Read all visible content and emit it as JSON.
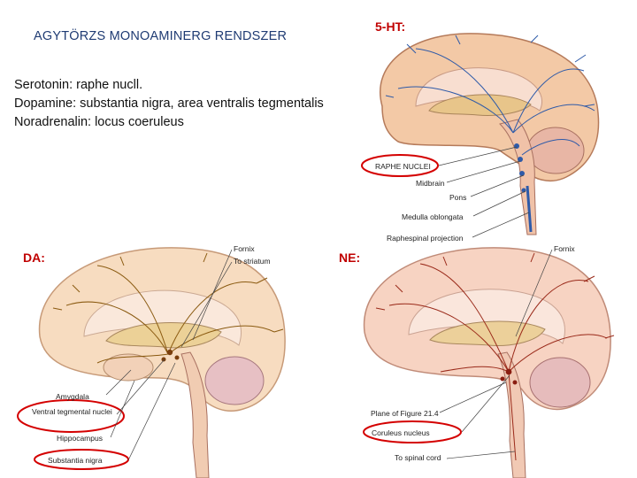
{
  "slide": {
    "title": "AGYTÖRZS MONOAMINERG RENDSZER",
    "lines": [
      "Serotonin: raphe nucll.",
      "Dopamine: substantia nigra, area ventralis tegmentalis",
      "Noradrenalin: locus coeruleus"
    ]
  },
  "panels": {
    "serotonin": {
      "tag": "5-HT:",
      "labels": [
        "RAPHE NUCLEI",
        "Midbrain",
        "Pons",
        "Medulla oblongata",
        "Raphespinal projection"
      ],
      "fiber_color": "#2e5aa8"
    },
    "dopamine": {
      "tag": "DA:",
      "labels": [
        "Fornix",
        "To striatum",
        "Amygdala",
        "Ventral tegmental nuclei",
        "Hippocampus",
        "Substantia nigra"
      ],
      "fiber_color": "#8a5a10"
    },
    "norepinephrine": {
      "tag": "NE:",
      "labels": [
        "Fornix",
        "Plane of Figure 21.4",
        "Coruleus nucleus",
        "To spinal cord"
      ],
      "fiber_color": "#9a2a1a"
    }
  },
  "highlight_color": "#d40000"
}
